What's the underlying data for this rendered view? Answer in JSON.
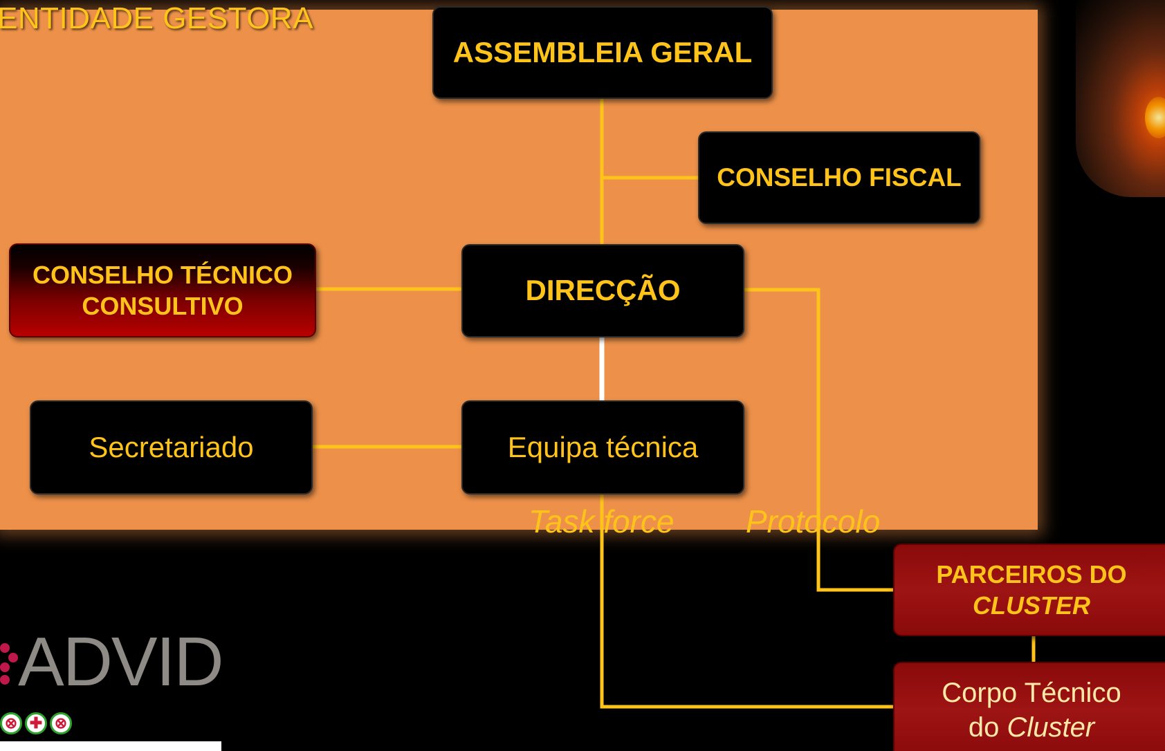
{
  "panel": {
    "title": "ENTIDADE GESTORA"
  },
  "boxes": {
    "assembleia_geral": "ASSEMBLEIA GERAL",
    "conselho_fiscal": "CONSELHO FISCAL",
    "conselho_tecnico_line1": "CONSELHO TÉCNICO",
    "conselho_tecnico_line2": "CONSULTIVO",
    "direccao": "DIRECÇÃO",
    "secretariado": "Secretariado",
    "equipa_tecnica": "Equipa técnica",
    "parceiros_line1": "PARCEIROS DO",
    "parceiros_line2": "CLUSTER",
    "corpo_tecnico_line1": "Corpo Técnico",
    "corpo_tecnico_line2_prefix": "do ",
    "corpo_tecnico_line2_italic": "Cluster"
  },
  "annotations": {
    "task_force": "Task force",
    "protocolo": "Protocolo"
  },
  "logo": {
    "name": "ADVID",
    "icon_glyphs": [
      "⊗",
      "✚",
      "⊗"
    ]
  },
  "colors": {
    "panel": "#ed914a",
    "connector": "#ffc31a",
    "accent_text": "#ffc31a",
    "dark_red": "#9e1414"
  }
}
